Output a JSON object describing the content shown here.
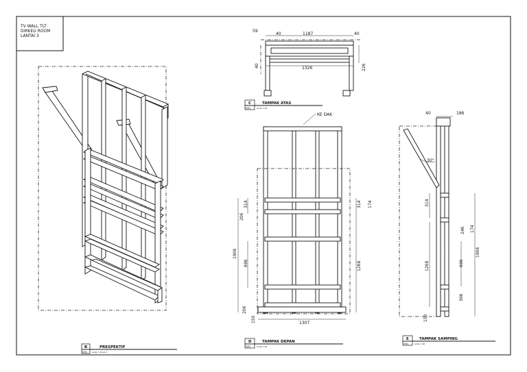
{
  "title_block": {
    "line1": "TV WALL TLT",
    "line2": "DIRKEU ROOM",
    "line3": "LANTAI 3"
  },
  "views": {
    "perspective": {
      "letter": "B",
      "sheet": "D01",
      "title": "PRESPEKTIF",
      "scale": "scale: 1:Scale 1"
    },
    "top": {
      "letter": "C",
      "sheet": "D01",
      "title": "TAMPAK ATAS",
      "scale": "scale: 1:20"
    },
    "front": {
      "letter": "D",
      "sheet": "D01",
      "title": "TAMPAK DEPAN",
      "scale": "scale: 1:20"
    },
    "side": {
      "letter": "E",
      "sheet": "D01",
      "title": "TAMPAK SAMPING",
      "scale": "scale: 1:20"
    }
  },
  "annotations": {
    "ke_dak": "KE DAK",
    "angle": "30°"
  },
  "dimensions": {
    "top": {
      "d59": "59",
      "d40a": "40",
      "d1187": "1187",
      "d40b": "40",
      "d40c": "40",
      "d1326": "1326",
      "d226": "226"
    },
    "front": {
      "d314a": "314",
      "d314b": "314",
      "d174": "174",
      "d206a": "206",
      "d1906": "1906",
      "d696": "696",
      "d1268": "1268",
      "d206b": "206",
      "d150": "150",
      "d1307": "1307"
    },
    "side": {
      "d40": "40",
      "d186": "186",
      "d314": "314",
      "d246": "246",
      "d174": "174",
      "d1268": "1268",
      "d696": "696",
      "d1906": "1906",
      "d396": "396",
      "d150": "150"
    }
  }
}
